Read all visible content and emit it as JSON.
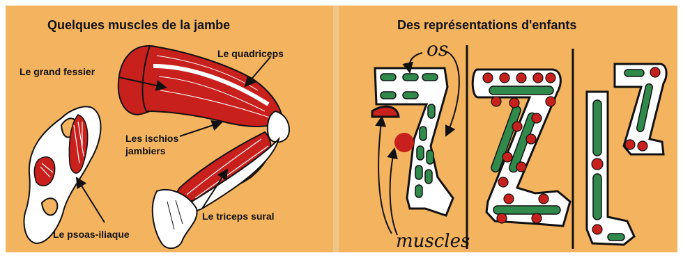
{
  "left_panel": {
    "title": "Quelques muscles de la jambe",
    "labels": {
      "grand_fessier": "Le grand fessier",
      "quadriceps": "Le quadriceps",
      "ischios_line1": "Les ischios",
      "ischios_line2": "jambiers",
      "psoas": "Le psoas-iliaque",
      "triceps": "Le triceps sural"
    }
  },
  "right_panel": {
    "title": "Des représentations d'enfants",
    "annotations": {
      "os": "os",
      "muscles": "muscles"
    }
  },
  "colors": {
    "background": "#f4b45f",
    "muscle_red": "#c8201c",
    "bone_green": "#2f8a4c",
    "outline": "#111111"
  }
}
